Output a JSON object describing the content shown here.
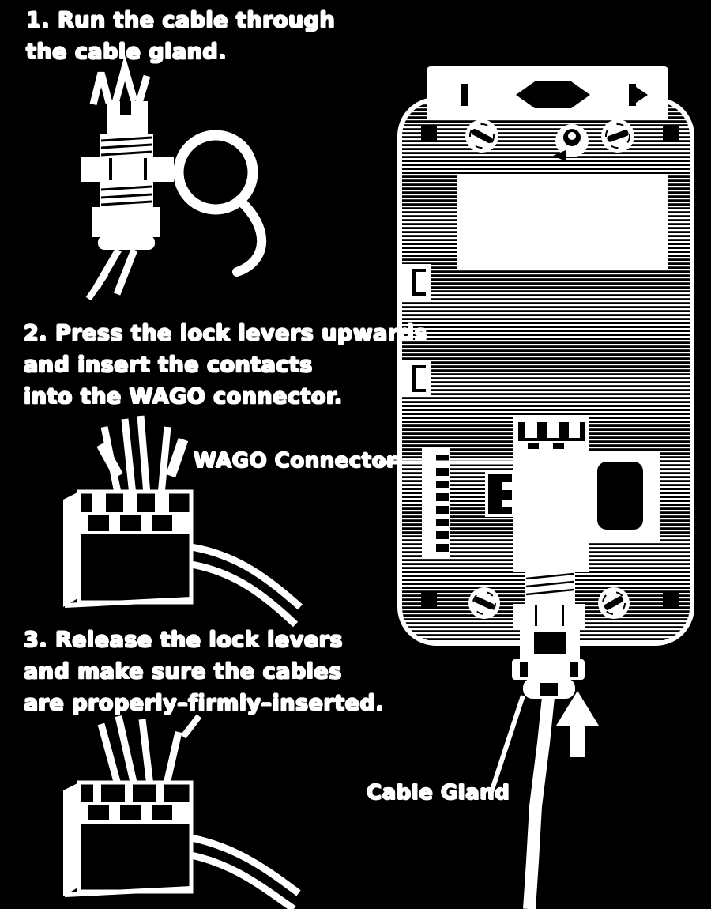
{
  "page": {
    "background_color": "#000000",
    "foreground_color": "#ffffff",
    "kind": "installation-instructions-diagram"
  },
  "steps": [
    {
      "lines": [
        "1. Run the cable through",
        "the cable gland."
      ]
    },
    {
      "lines": [
        "2. Press the lock levers upwards",
        "and insert the contacts",
        "into the WAGO connector."
      ]
    },
    {
      "lines": [
        "3. Release the lock levers",
        "and make sure the cables",
        "are properly–firmly–inserted."
      ]
    }
  ],
  "labels": {
    "wago_connector": "WAGO Connector",
    "cable_gland": "Cable Gland"
  },
  "illustrations": {
    "step1_figure": "cable-gland-with-seal-ring-and-cable",
    "step2_figure": "wago-connector-levers-pressed-wires-inserted",
    "step3_figure": "wago-connector-levers-released",
    "device_figure": "wall-mount-enclosure-open-with-wago-connector-and-cable-gland"
  }
}
